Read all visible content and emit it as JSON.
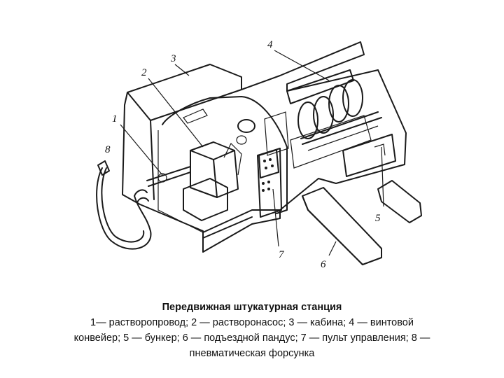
{
  "labels": {
    "l1": "1",
    "l2": "2",
    "l3": "3",
    "l4": "4",
    "l5": "5",
    "l6": "6",
    "l7": "7",
    "l8": "8"
  },
  "caption": {
    "title": "Передвижная штукатурная станция",
    "line1": "1— растворопровод;  2 — растворонасос;  3 — кабина;  4 — винтовой",
    "line2": "конвейер;  5 — бункер; 6 — подъездной пандус; 7 — пульт управления; 8 —",
    "line3": "пневматическая форсунка"
  }
}
